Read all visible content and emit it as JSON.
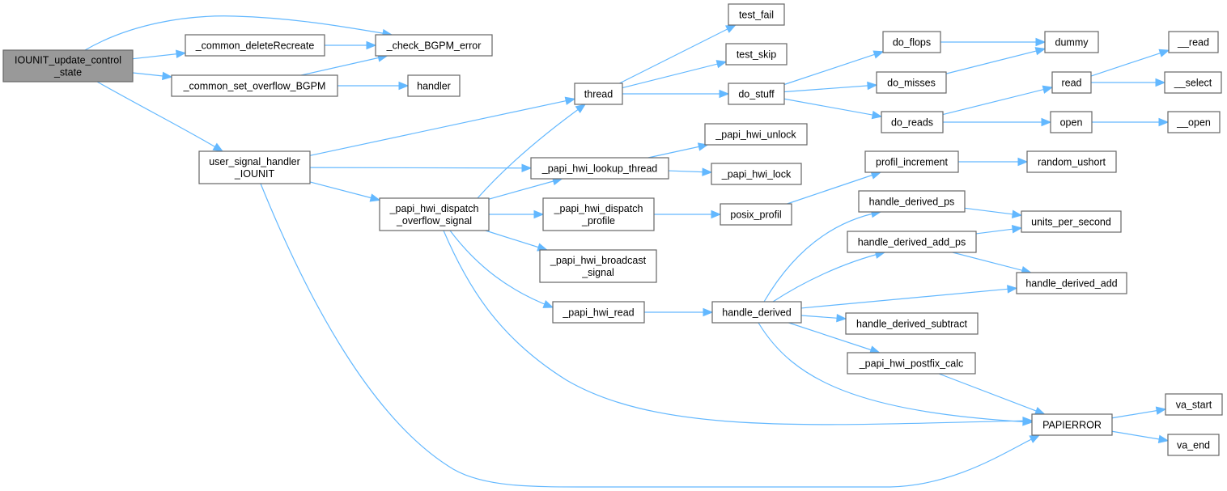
{
  "diagram": {
    "type": "call-graph",
    "edge_color": "#63b8ff",
    "root_fill": "#999999",
    "nodes": [
      {
        "id": "root",
        "label": "IOUNIT_update_control\n_state",
        "root": true
      },
      {
        "id": "common_deleteRecreate",
        "label": "_common_deleteRecreate"
      },
      {
        "id": "check_BGPM_error",
        "label": "_check_BGPM_error"
      },
      {
        "id": "common_set_overflow_BGPM",
        "label": "_common_set_overflow_BGPM"
      },
      {
        "id": "handler",
        "label": "handler"
      },
      {
        "id": "user_signal_handler_IOUNIT",
        "label": "user_signal_handler\n_IOUNIT"
      },
      {
        "id": "thread",
        "label": "thread"
      },
      {
        "id": "test_fail",
        "label": "test_fail"
      },
      {
        "id": "test_skip",
        "label": "test_skip"
      },
      {
        "id": "do_stuff",
        "label": "do_stuff"
      },
      {
        "id": "do_flops",
        "label": "do_flops"
      },
      {
        "id": "do_misses",
        "label": "do_misses"
      },
      {
        "id": "do_reads",
        "label": "do_reads"
      },
      {
        "id": "dummy",
        "label": "dummy"
      },
      {
        "id": "read",
        "label": "read"
      },
      {
        "id": "open",
        "label": "open"
      },
      {
        "id": "__read",
        "label": "__read"
      },
      {
        "id": "__select",
        "label": "__select"
      },
      {
        "id": "__open",
        "label": "__open"
      },
      {
        "id": "papi_hwi_unlock",
        "label": "_papi_hwi_unlock"
      },
      {
        "id": "papi_hwi_lookup_thread",
        "label": "_papi_hwi_lookup_thread"
      },
      {
        "id": "papi_hwi_lock",
        "label": "_papi_hwi_lock"
      },
      {
        "id": "papi_hwi_dispatch_overflow_signal",
        "label": "_papi_hwi_dispatch\n_overflow_signal"
      },
      {
        "id": "papi_hwi_dispatch_profile",
        "label": "_papi_hwi_dispatch\n_profile"
      },
      {
        "id": "papi_hwi_broadcast_signal",
        "label": "_papi_hwi_broadcast\n_signal"
      },
      {
        "id": "papi_hwi_read",
        "label": "_papi_hwi_read"
      },
      {
        "id": "posix_profil",
        "label": "posix_profil"
      },
      {
        "id": "profil_increment",
        "label": "profil_increment"
      },
      {
        "id": "random_ushort",
        "label": "random_ushort"
      },
      {
        "id": "handle_derived",
        "label": "handle_derived"
      },
      {
        "id": "handle_derived_ps",
        "label": "handle_derived_ps"
      },
      {
        "id": "handle_derived_add_ps",
        "label": "handle_derived_add_ps"
      },
      {
        "id": "units_per_second",
        "label": "units_per_second"
      },
      {
        "id": "handle_derived_add",
        "label": "handle_derived_add"
      },
      {
        "id": "handle_derived_subtract",
        "label": "handle_derived_subtract"
      },
      {
        "id": "papi_hwi_postfix_calc",
        "label": "_papi_hwi_postfix_calc"
      },
      {
        "id": "PAPIERROR",
        "label": "PAPIERROR"
      },
      {
        "id": "va_start",
        "label": "va_start"
      },
      {
        "id": "va_end",
        "label": "va_end"
      }
    ],
    "edges": [
      {
        "from": "root",
        "to": "check_BGPM_error"
      },
      {
        "from": "root",
        "to": "common_deleteRecreate"
      },
      {
        "from": "root",
        "to": "common_set_overflow_BGPM"
      },
      {
        "from": "root",
        "to": "user_signal_handler_IOUNIT"
      },
      {
        "from": "common_deleteRecreate",
        "to": "check_BGPM_error"
      },
      {
        "from": "common_set_overflow_BGPM",
        "to": "check_BGPM_error"
      },
      {
        "from": "common_set_overflow_BGPM",
        "to": "handler"
      },
      {
        "from": "user_signal_handler_IOUNIT",
        "to": "thread"
      },
      {
        "from": "user_signal_handler_IOUNIT",
        "to": "papi_hwi_lookup_thread"
      },
      {
        "from": "user_signal_handler_IOUNIT",
        "to": "papi_hwi_dispatch_overflow_signal"
      },
      {
        "from": "user_signal_handler_IOUNIT",
        "to": "PAPIERROR"
      },
      {
        "from": "thread",
        "to": "test_fail"
      },
      {
        "from": "thread",
        "to": "test_skip"
      },
      {
        "from": "thread",
        "to": "do_stuff"
      },
      {
        "from": "do_stuff",
        "to": "do_flops"
      },
      {
        "from": "do_stuff",
        "to": "do_misses"
      },
      {
        "from": "do_stuff",
        "to": "do_reads"
      },
      {
        "from": "do_flops",
        "to": "dummy"
      },
      {
        "from": "do_misses",
        "to": "dummy"
      },
      {
        "from": "do_reads",
        "to": "read"
      },
      {
        "from": "do_reads",
        "to": "open"
      },
      {
        "from": "read",
        "to": "__read"
      },
      {
        "from": "read",
        "to": "__select"
      },
      {
        "from": "open",
        "to": "__open"
      },
      {
        "from": "papi_hwi_lookup_thread",
        "to": "papi_hwi_unlock"
      },
      {
        "from": "papi_hwi_lookup_thread",
        "to": "papi_hwi_lock"
      },
      {
        "from": "papi_hwi_dispatch_overflow_signal",
        "to": "thread"
      },
      {
        "from": "papi_hwi_dispatch_overflow_signal",
        "to": "papi_hwi_lookup_thread"
      },
      {
        "from": "papi_hwi_dispatch_overflow_signal",
        "to": "papi_hwi_dispatch_profile"
      },
      {
        "from": "papi_hwi_dispatch_overflow_signal",
        "to": "papi_hwi_broadcast_signal"
      },
      {
        "from": "papi_hwi_dispatch_overflow_signal",
        "to": "papi_hwi_read"
      },
      {
        "from": "papi_hwi_dispatch_overflow_signal",
        "to": "PAPIERROR"
      },
      {
        "from": "papi_hwi_dispatch_profile",
        "to": "posix_profil"
      },
      {
        "from": "posix_profil",
        "to": "profil_increment"
      },
      {
        "from": "profil_increment",
        "to": "random_ushort"
      },
      {
        "from": "papi_hwi_read",
        "to": "handle_derived"
      },
      {
        "from": "handle_derived",
        "to": "handle_derived_ps"
      },
      {
        "from": "handle_derived",
        "to": "handle_derived_add_ps"
      },
      {
        "from": "handle_derived",
        "to": "handle_derived_add"
      },
      {
        "from": "handle_derived",
        "to": "handle_derived_subtract"
      },
      {
        "from": "handle_derived",
        "to": "papi_hwi_postfix_calc"
      },
      {
        "from": "handle_derived",
        "to": "PAPIERROR"
      },
      {
        "from": "handle_derived_ps",
        "to": "units_per_second"
      },
      {
        "from": "handle_derived_add_ps",
        "to": "units_per_second"
      },
      {
        "from": "handle_derived_add_ps",
        "to": "handle_derived_add"
      },
      {
        "from": "papi_hwi_postfix_calc",
        "to": "PAPIERROR"
      },
      {
        "from": "PAPIERROR",
        "to": "va_start"
      },
      {
        "from": "PAPIERROR",
        "to": "va_end"
      }
    ]
  }
}
